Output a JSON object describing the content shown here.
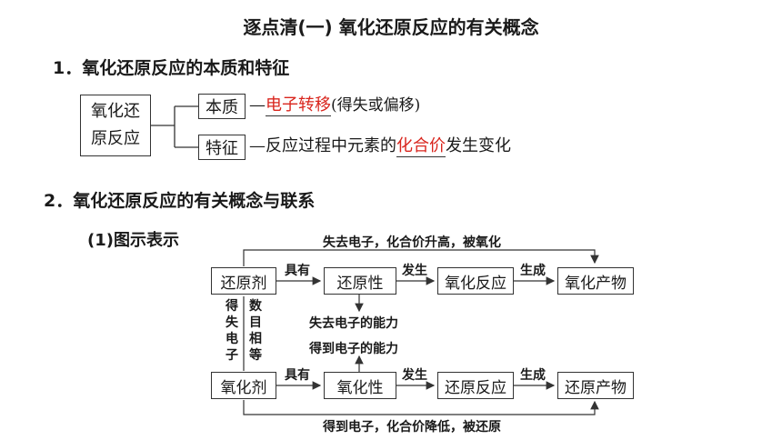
{
  "title": "逐点清(一)    氧化还原反应的有关概念",
  "section1": {
    "heading": "1．氧化还原反应的本质和特征",
    "concept_box": [
      "氧化还",
      "原反应"
    ],
    "essence": {
      "label": "本质",
      "dash": "—",
      "answer": "电子转移",
      "note": "(得失或偏移)"
    },
    "feature": {
      "label": "特征",
      "prefix": "—反应过程中元素的",
      "answer": "化合价",
      "suffix": "发生变化"
    }
  },
  "section2": {
    "heading": "2．氧化还原反应的有关概念与联系",
    "subheading": "(1)图示表示",
    "top_row": [
      "还原剂",
      "还原性",
      "氧化反应",
      "氧化产物"
    ],
    "bottom_row": [
      "氧化剂",
      "氧化性",
      "还原反应",
      "还原产物"
    ],
    "arrow_labels": [
      "具有",
      "发生",
      "生成"
    ],
    "top_loop_label": "失去电子，化合价升高，被氧化",
    "bottom_loop_label": "得到电子，化合价降低，被还原",
    "top_ability": "失去电子的能力",
    "bottom_ability": "得到电子的能力",
    "left_vertical_1": "得失电子",
    "left_vertical_2": "数目相等"
  }
}
